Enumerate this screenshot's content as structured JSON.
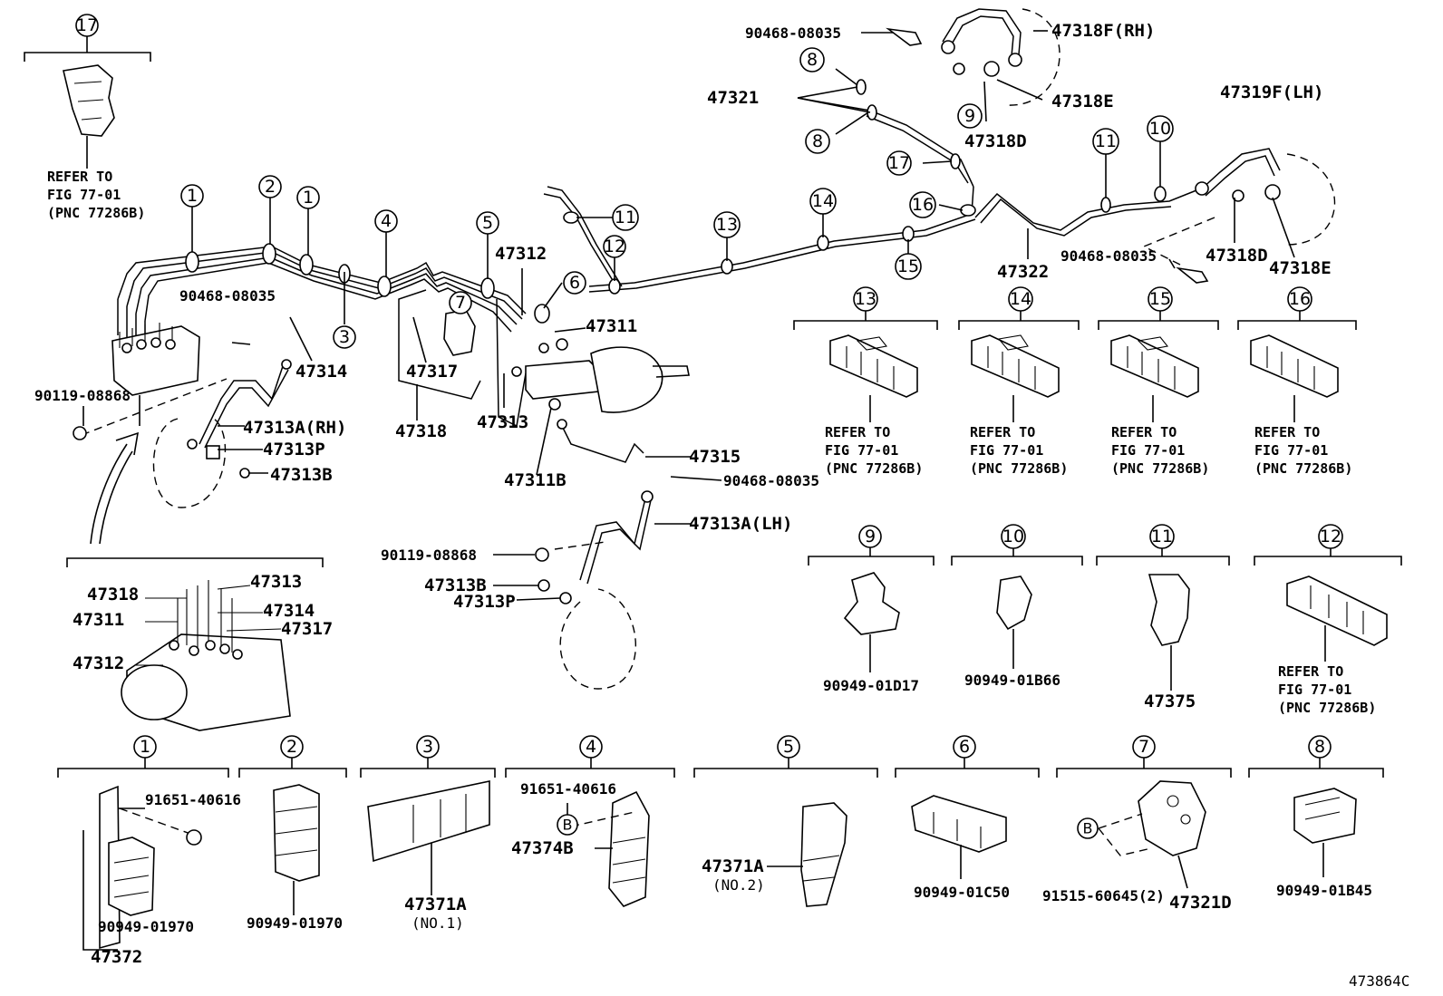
{
  "figure_code": "473864C",
  "labels": {
    "p90468_08035_a": "90468-08035",
    "p47318F": "47318F(RH)",
    "p47318E_a": "47318E",
    "p47318D_a": "47318D",
    "p47321": "47321",
    "p47319F": "47319F(LH)",
    "p47322": "47322",
    "p47318D_b": "47318D",
    "p47318E_b": "47318E",
    "p90468_08035_b": "90468-08035",
    "p90468_08035_c": "90468-08035",
    "p47314": "47314",
    "p90119_08868_a": "90119-08868",
    "p47313A_RH": "47313A(RH)",
    "p47313P_a": "47313P",
    "p47313B_a": "47313B",
    "p47317": "47317",
    "p47318": "47318",
    "p47312": "47312",
    "p47311": "47311",
    "p47313": "47313",
    "p47311B": "47311B",
    "p47315": "47315",
    "p90468_08035_d": "90468-08035",
    "p47313A_LH": "47313A(LH)",
    "p90119_08868_b": "90119-08868",
    "p47313B_b": "47313B",
    "p47313P_b": "47313P",
    "a47318": "47318",
    "a47313": "47313",
    "a47311": "47311",
    "a47314": "47314",
    "a47317": "47317",
    "a47312": "47312",
    "d9_part": "90949-01D17",
    "d10_part": "90949-01B66",
    "d11_part": "47375",
    "d1_bolt": "91651-40616",
    "d1_clamp": "90949-01970",
    "d1_bracket": "47372",
    "d2_clamp": "90949-01970",
    "d3_part": "47371A",
    "d3_sub": "(NO.1)",
    "d4_bolt": "91651-40616",
    "d4_part": "47374B",
    "d5_part": "47371A",
    "d5_sub": "(NO.2)",
    "d6_part": "90949-01C50",
    "d7_bolt": "91515-60645(2)",
    "d7_part": "47321D",
    "d8_part": "90949-01B45"
  },
  "refer": {
    "line1": "REFER TO",
    "line2": "FIG 77-01",
    "line3": "(PNC 77286B)"
  },
  "callouts": {
    "c1": "1",
    "c2": "2",
    "c3": "3",
    "c4": "4",
    "c5": "5",
    "c6": "6",
    "c7": "7",
    "c8": "8",
    "c9": "9",
    "c10": "10",
    "c11": "11",
    "c12": "12",
    "c13": "13",
    "c14": "14",
    "c15": "15",
    "c16": "16",
    "c17": "17",
    "b": "B"
  }
}
